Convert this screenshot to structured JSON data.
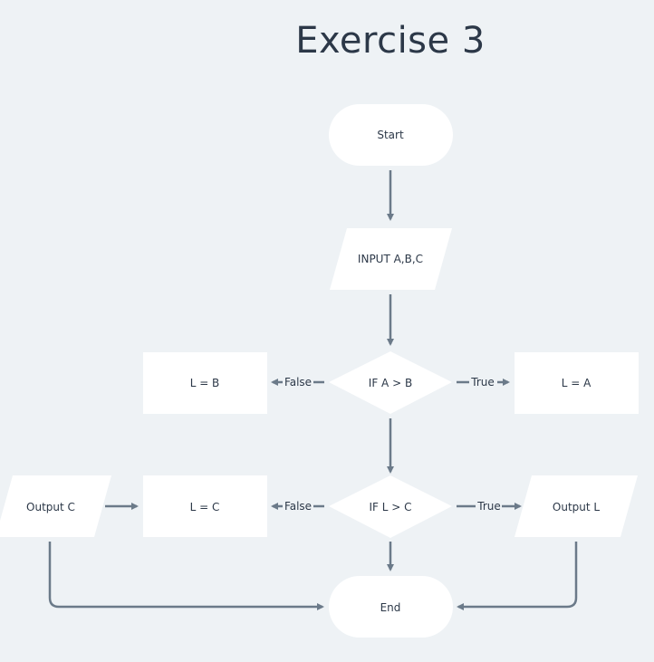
{
  "title": "Exercise 3",
  "nodes": {
    "start": "Start",
    "input": "INPUT  A,B,C",
    "decision1": "IF A > B",
    "assign_lb": "L = B",
    "assign_la": "L = A",
    "decision2": "IF L > C",
    "assign_lc": "L = C",
    "output_c": "Output C",
    "output_l": "Output L",
    "end": "End"
  },
  "edge_labels": {
    "d1_false": "False",
    "d1_true": "True",
    "d2_false": "False",
    "d2_true": "True"
  },
  "colors": {
    "background": "#eef2f5",
    "node_fill": "#ffffff",
    "edge": "#6b7a89",
    "text": "#2c3848"
  }
}
